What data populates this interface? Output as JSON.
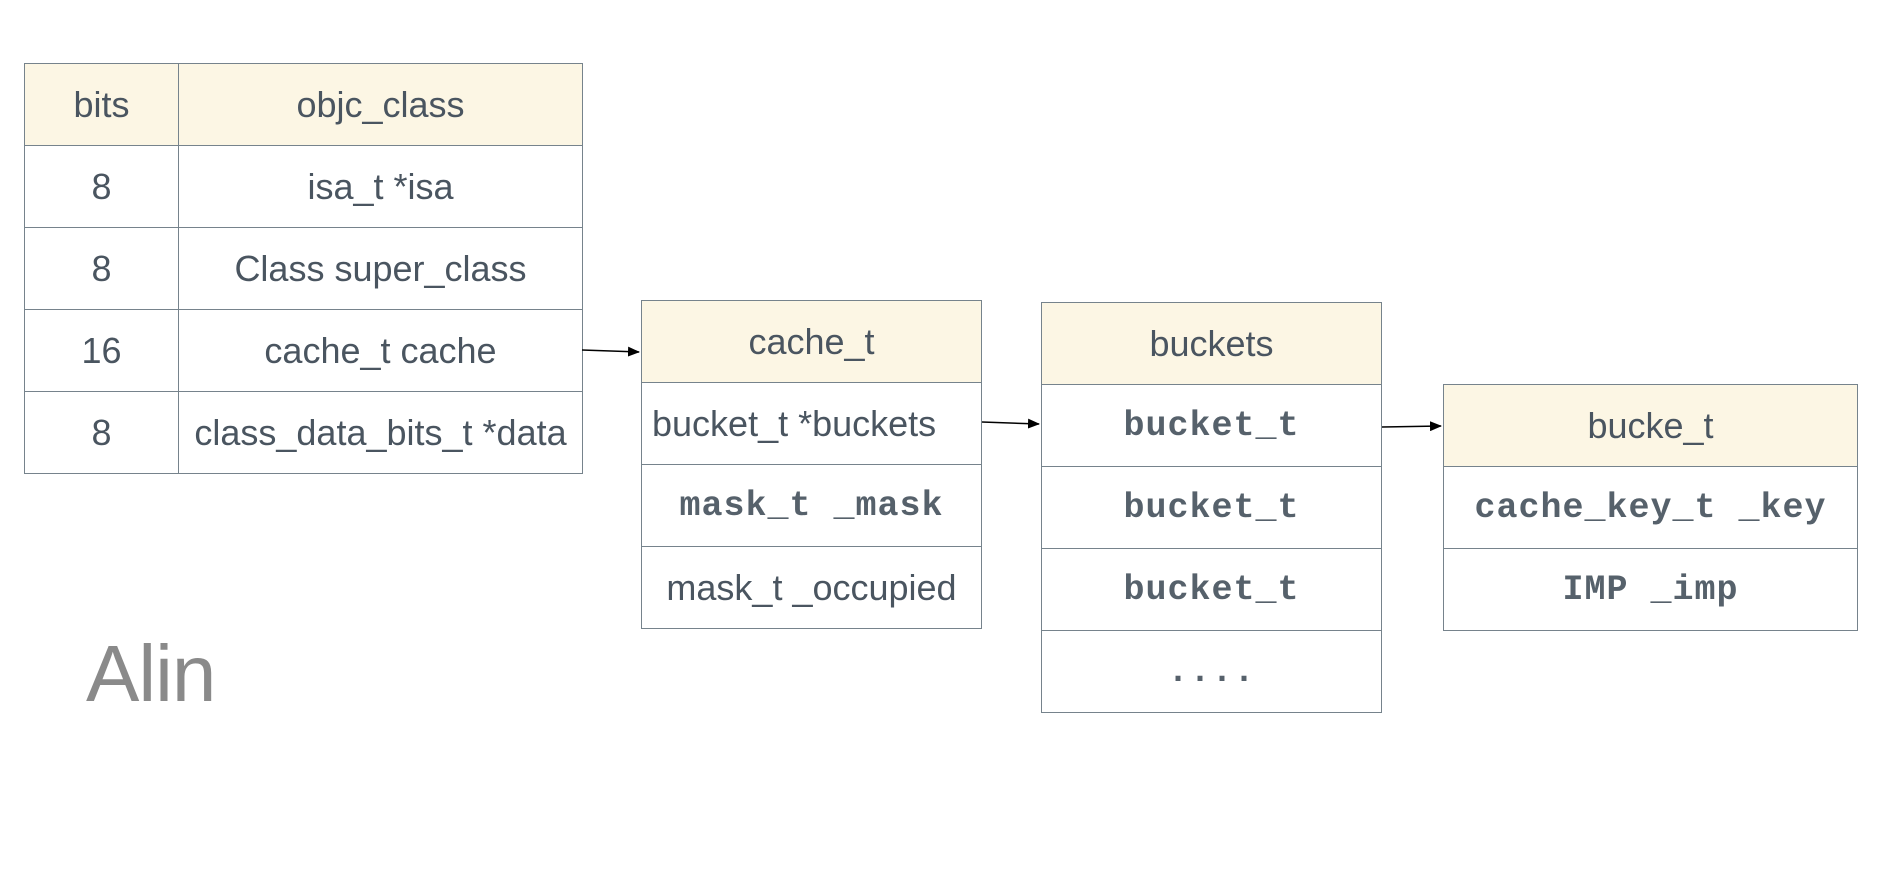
{
  "objc_class_table": {
    "header": {
      "bits": "bits",
      "field": "objc_class"
    },
    "rows": [
      {
        "bits": "8",
        "field": "isa_t *isa"
      },
      {
        "bits": "8",
        "field": "Class super_class"
      },
      {
        "bits": "16",
        "field": "cache_t cache"
      },
      {
        "bits": "8",
        "field": "class_data_bits_t *data"
      }
    ]
  },
  "cache_t_table": {
    "header": "cache_t",
    "rows": [
      "bucket_t *buckets",
      "mask_t _mask",
      "mask_t _occupied"
    ]
  },
  "buckets_table": {
    "header": "buckets",
    "rows": [
      "bucket_t",
      "bucket_t",
      "bucket_t",
      "...."
    ]
  },
  "bucket_t_table": {
    "header": "bucke_t",
    "rows": [
      "cache_key_t _key",
      "IMP _imp"
    ]
  },
  "watermark": "Alin",
  "colors": {
    "header_fill": "#fcf6e4",
    "border": "#76838c",
    "text": "#4a5560",
    "arrow": "#000000",
    "watermark": "#8a8a8a"
  }
}
